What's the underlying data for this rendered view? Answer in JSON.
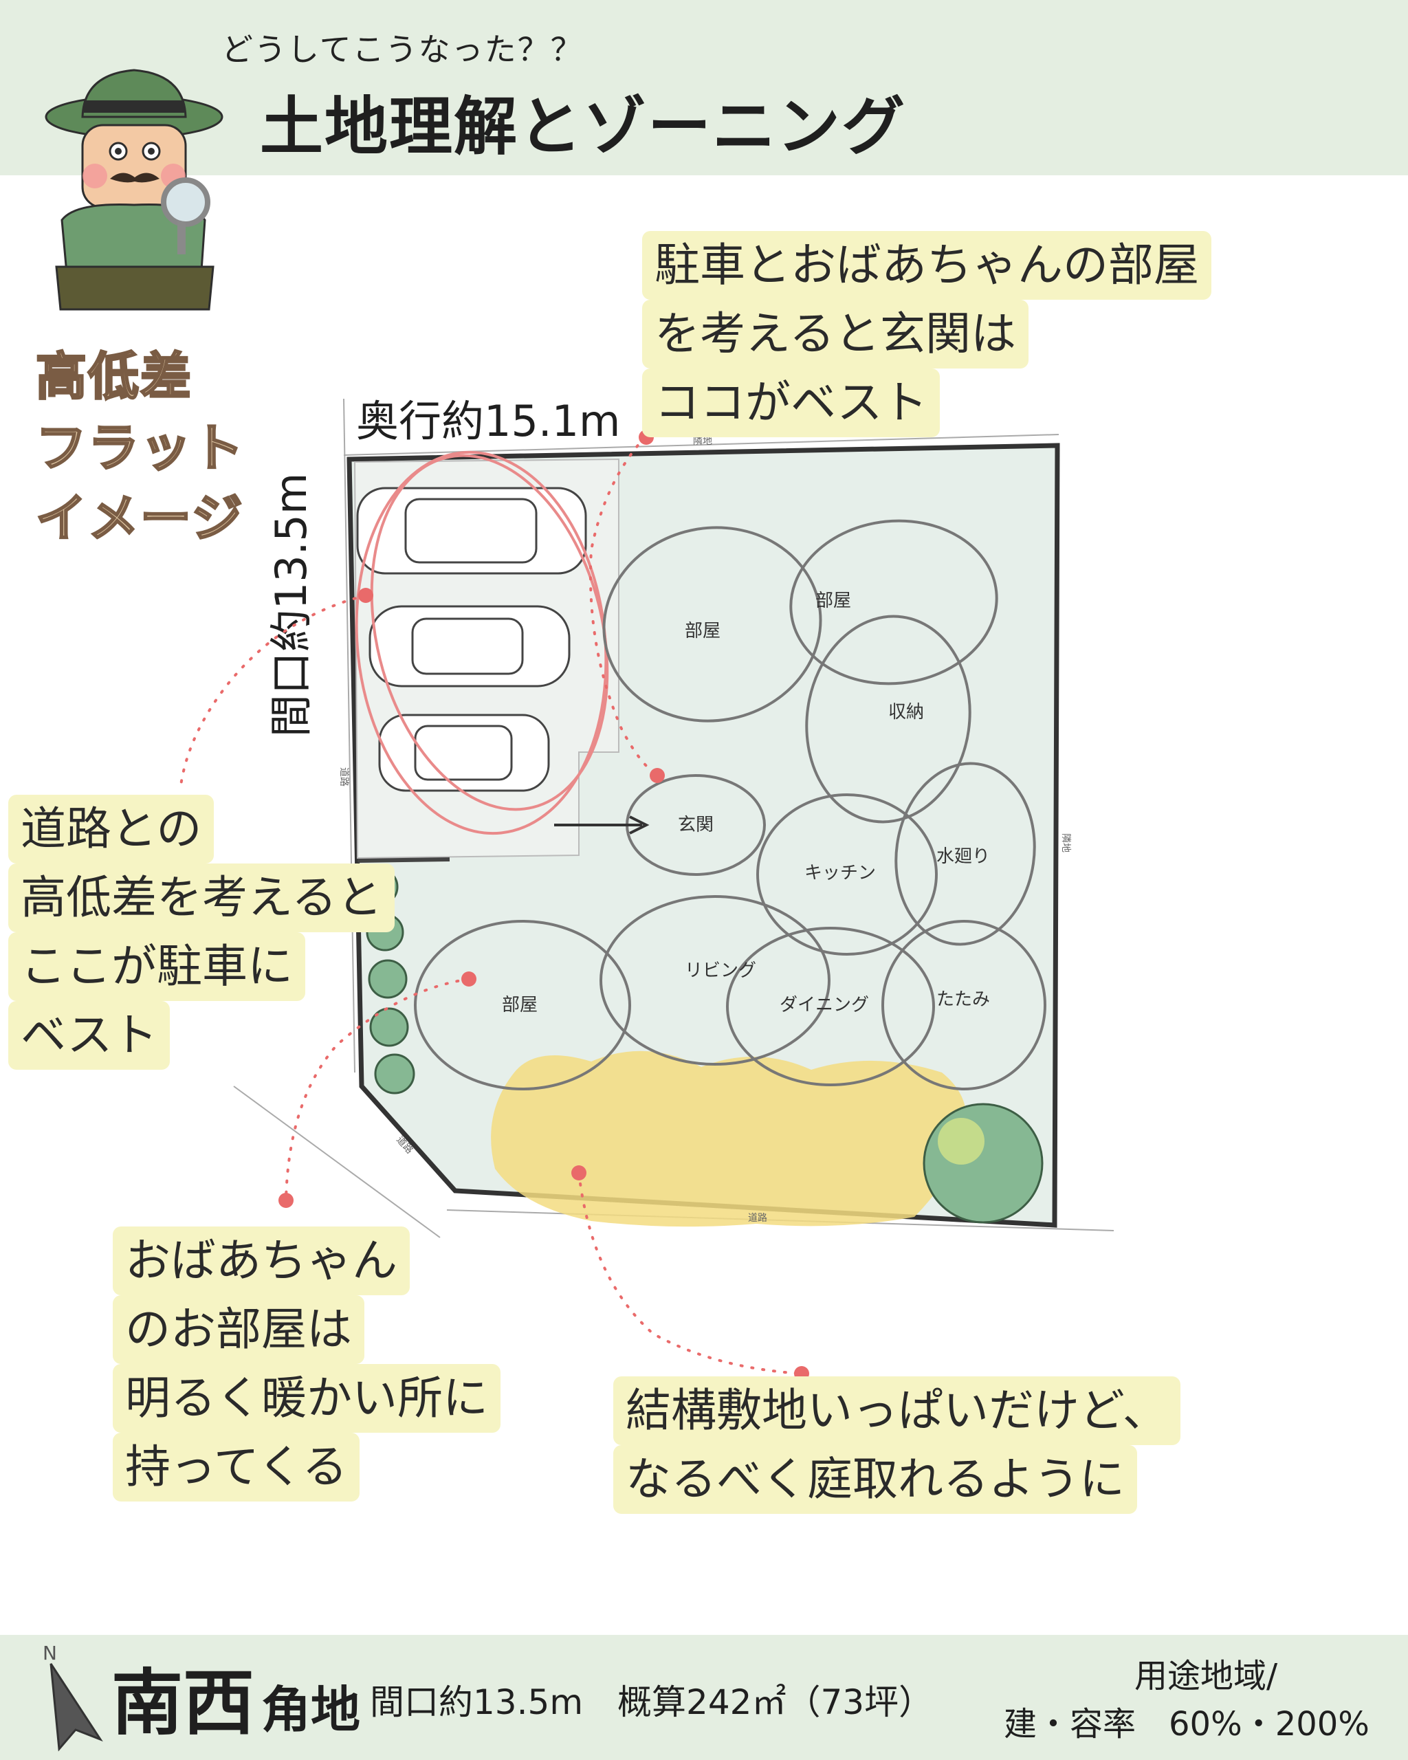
{
  "header": {
    "subtitle": "どうしてこうなった？？",
    "title": "土地理解とゾーニング"
  },
  "tags": [
    "高低差",
    "フラット",
    "イメージ"
  ],
  "dimensions": {
    "depth": "奥行約15.1m",
    "frontage": "間口約13.5m"
  },
  "callouts": {
    "entrance": [
      "駐車とおばあちゃんの部屋",
      "を考えると玄関は",
      "ココがベスト"
    ],
    "parking": [
      "道路との",
      "高低差を考えると",
      "ここが駐車に",
      "ベスト"
    ],
    "grandma": [
      "おばあちゃん",
      "のお部屋は",
      "明るく暖かい所に",
      "持ってくる"
    ],
    "garden": [
      "結構敷地いっぱいだけど、",
      "なるべく庭取れるように"
    ]
  },
  "plan": {
    "rooms": {
      "room_a": "部屋",
      "room_b": "部屋",
      "storage": "収納",
      "entrance": "玄関",
      "kitchen": "キッチン",
      "water": "水廻り",
      "room_c": "部屋",
      "living": "リビング",
      "dining": "ダイニング",
      "tatami": "たたみ"
    },
    "edge_labels": {
      "north": "隣地",
      "east": "隣地",
      "west": "道路",
      "southwest": "道路",
      "south": "道路"
    }
  },
  "footer": {
    "compass_label": "N",
    "orientation": "南西",
    "lot_type": "角地",
    "summary": "間口約13.5m　概算242㎡（73坪）",
    "zoning_label": "用途地域/",
    "zoning_values": "建・容率　60%・200%"
  },
  "colors": {
    "band": "#e4eee1",
    "highlight": "#f6f4c4",
    "site": "#e6efea",
    "accent_red": "#e96a6a",
    "garden": "#f3dc80",
    "tag_fill": "#e3caa6"
  }
}
